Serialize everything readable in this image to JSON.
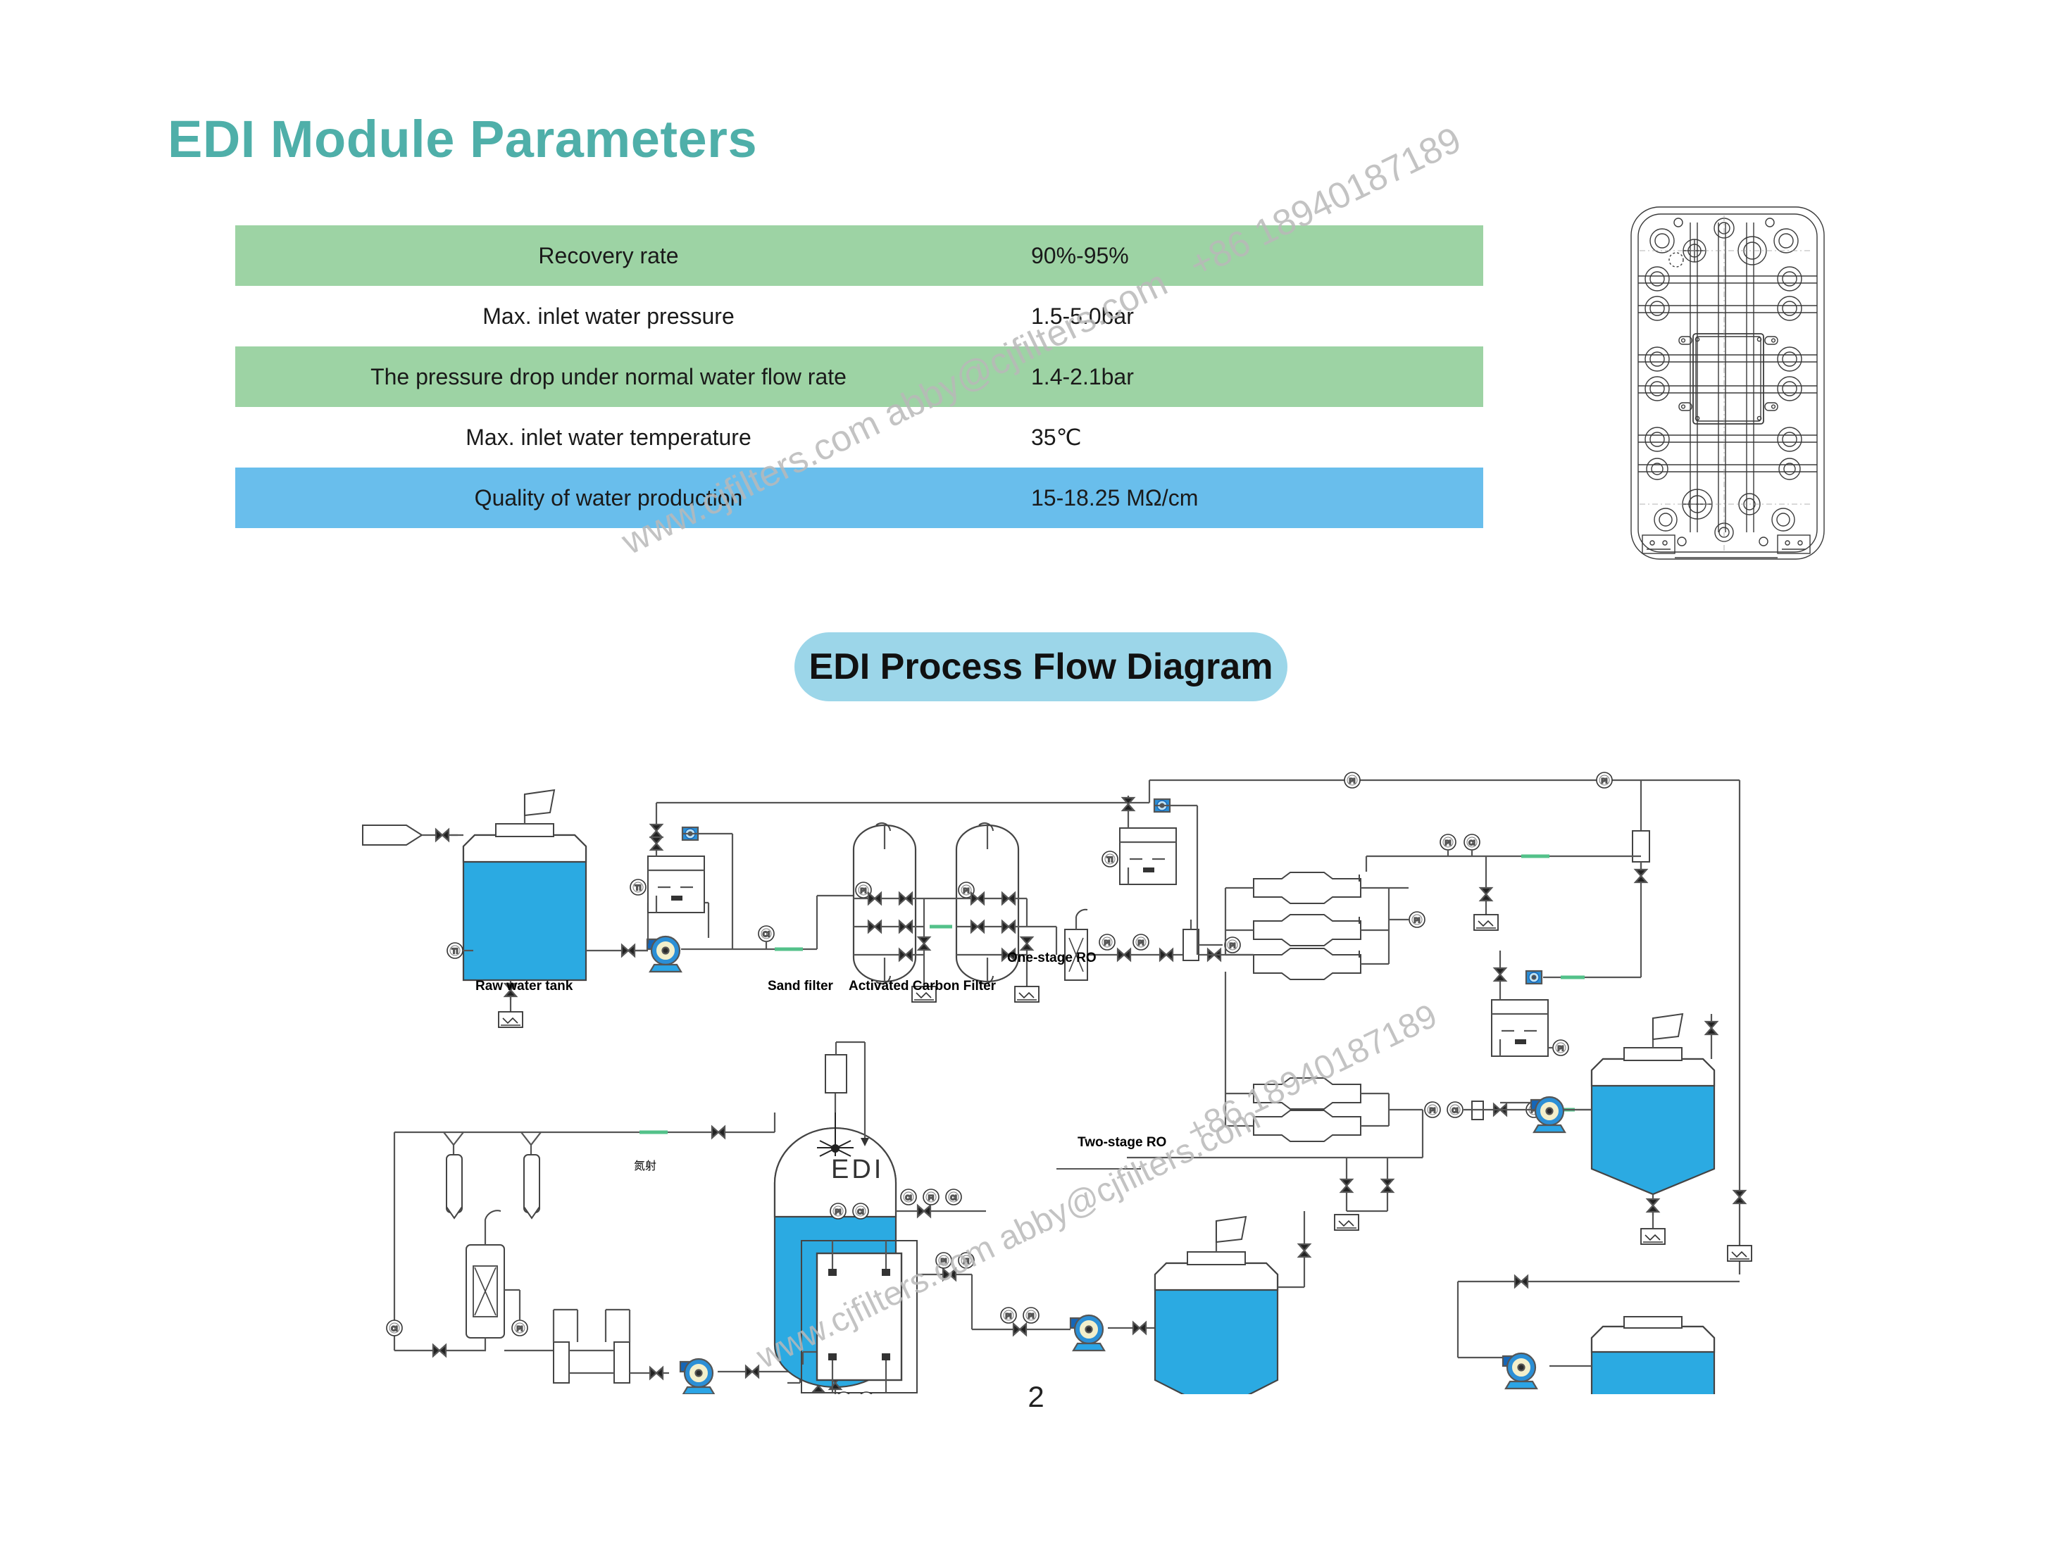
{
  "page": {
    "title": "EDI Module Parameters",
    "page_number": "2"
  },
  "parameters_table": {
    "rows": [
      {
        "name": "Recovery rate",
        "value": "90%-95%",
        "band": "green"
      },
      {
        "name": "Max. inlet water pressure",
        "value": "1.5-5.0bar",
        "band": "plain"
      },
      {
        "name": "The pressure drop under normal water flow rate",
        "value": "1.4-2.1bar",
        "band": "green"
      },
      {
        "name": "Max. inlet water temperature",
        "value": "35℃",
        "band": "plain"
      },
      {
        "name": "Quality of water production",
        "value": "15-18.25 MΩ/cm",
        "band": "blue"
      }
    ]
  },
  "flow_diagram": {
    "title": "EDI Process Flow Diagram",
    "labels": {
      "raw_water_tank": "Raw water tank",
      "sand_filter": "Sand filter",
      "activated_carbon_filter": "Activated Carbon Filter",
      "one_stage_ro": "One-stage RO",
      "two_stage_ro": "Two-stage RO",
      "edi_unit": "EDI",
      "nitrogen_spray": "氮射"
    }
  },
  "watermark": {
    "line_top": "+86 18940187189",
    "line_mid": "www.cjfilters.com abby@cjfilters.com",
    "line_diagram_right": "+86 18940187189",
    "line_diagram_left": "www.cjfilters.com abby@cjfilters.com"
  },
  "colors": {
    "title_teal": "#4FAFA9",
    "band_green": "#9DD3A4",
    "band_blue": "#69BEEC",
    "pill_blue": "#9CD6E9",
    "tank_fill": "#2BAAE2",
    "pump_blue": "#1F87D6",
    "line_gray": "#555555"
  },
  "edi_module_drawing": {
    "caption": "edi-module-plate-technical-drawing"
  }
}
